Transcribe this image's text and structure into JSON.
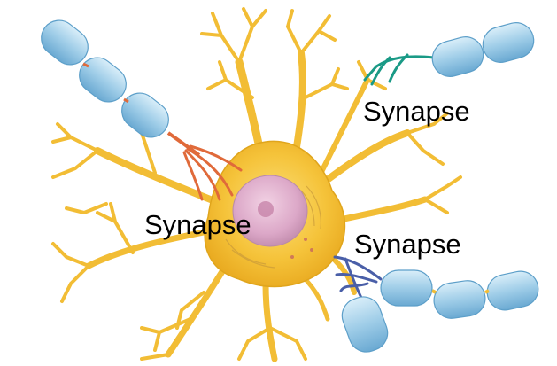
{
  "labels": {
    "synapse_top": "Synapse",
    "synapse_center": "Synapse",
    "synapse_right": "Synapse"
  },
  "colors": {
    "cell_body": "#f5c33a",
    "cell_edge": "#e0a51c",
    "nucleus": "#dca8c8",
    "myelin": "#9fcde8",
    "myelin_edge": "#5d9fc9",
    "axon_red": "#e06a3a",
    "axon_teal": "#1a9a86",
    "axon_blue": "#4a5fa8"
  }
}
